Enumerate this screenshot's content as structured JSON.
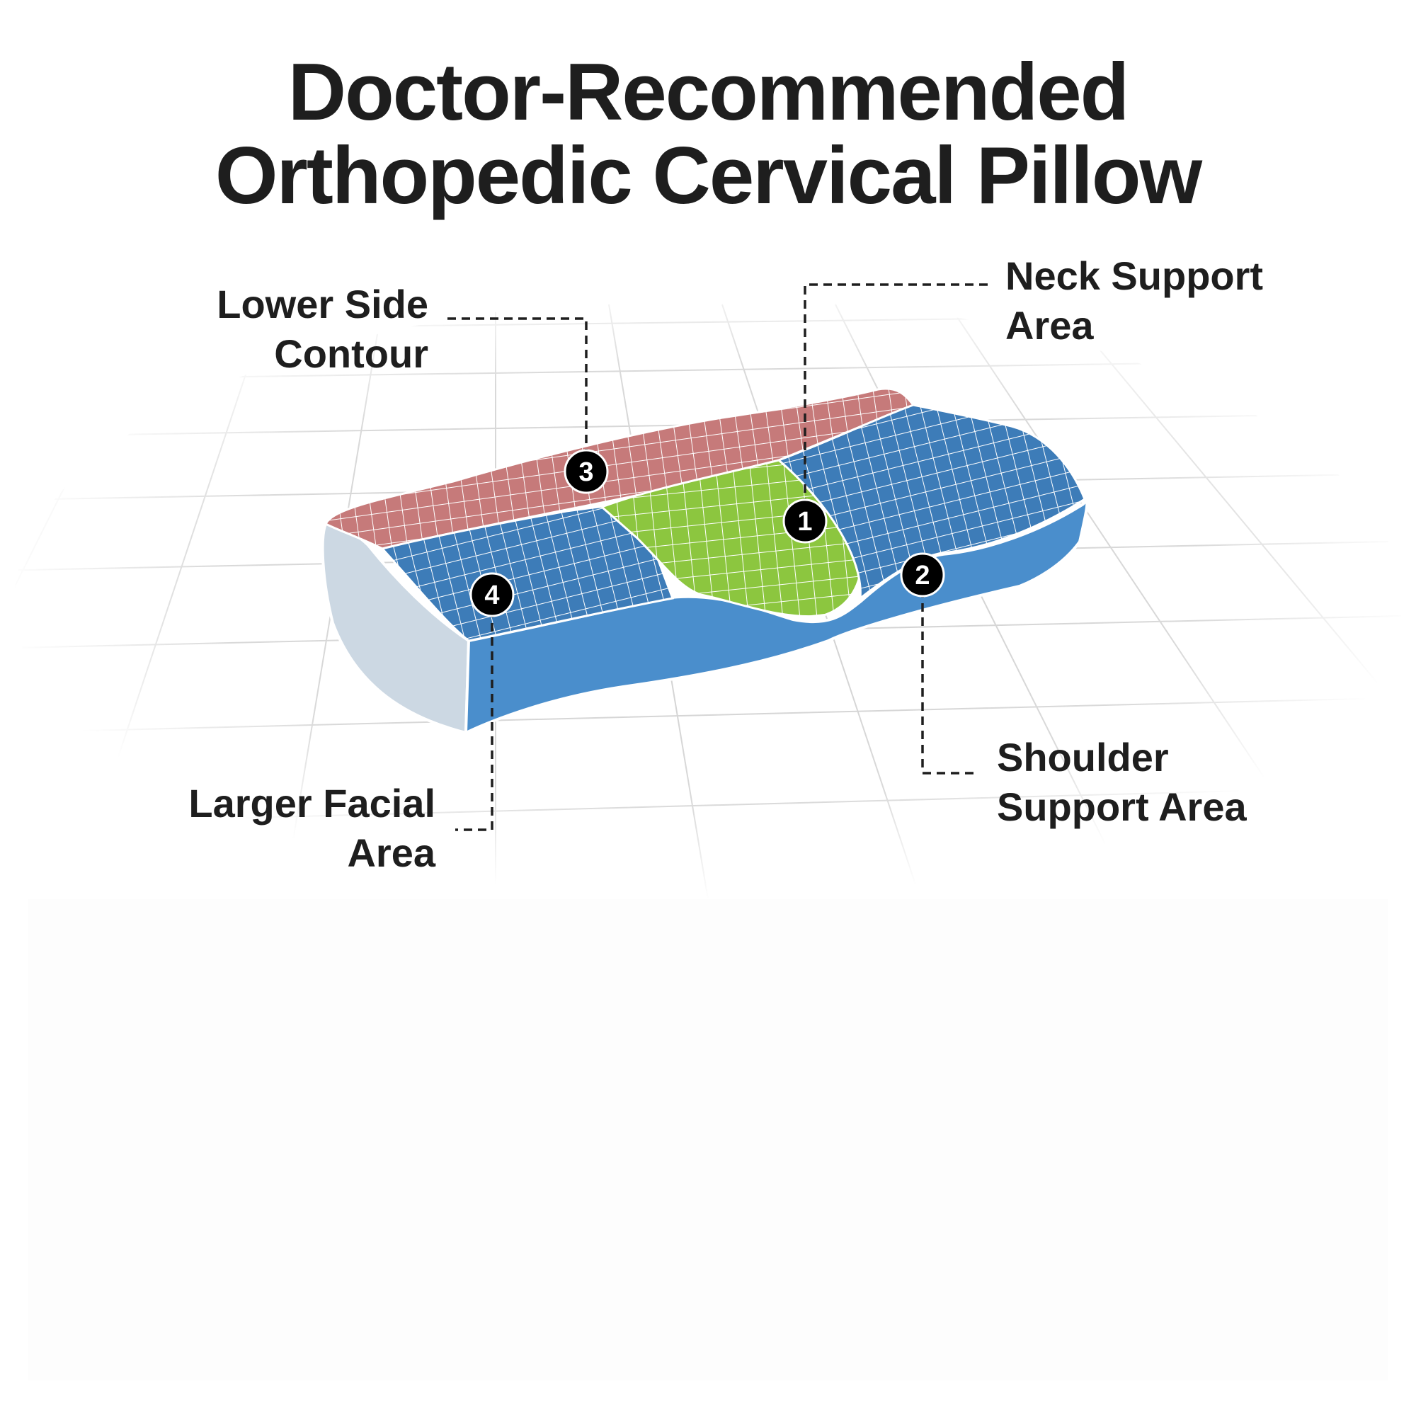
{
  "title": {
    "line1": "Doctor-Recommended",
    "line2": "Orthopedic Cervical Pillow"
  },
  "callouts": [
    {
      "number": "1",
      "label_line1": "Neck Support",
      "label_line2": "Area",
      "zone_color": "#8cc63f"
    },
    {
      "number": "2",
      "label_line1": "Shoulder",
      "label_line2": "Support Area",
      "zone_color": "#4a8ecc"
    },
    {
      "number": "3",
      "label_line1": "Lower Side",
      "label_line2": "Contour",
      "zone_color": "#c67a7a"
    },
    {
      "number": "4",
      "label_line1": "Larger Facial",
      "label_line2": "Area",
      "zone_color": "#3d7cb8"
    }
  ],
  "colors": {
    "text": "#1e1e1e",
    "marker_fill": "#000000",
    "marker_text": "#ffffff",
    "pillow_side": "#4a8ecc",
    "pillow_end": "#ccd8e3",
    "floor_grid": "#d0d0d0"
  }
}
